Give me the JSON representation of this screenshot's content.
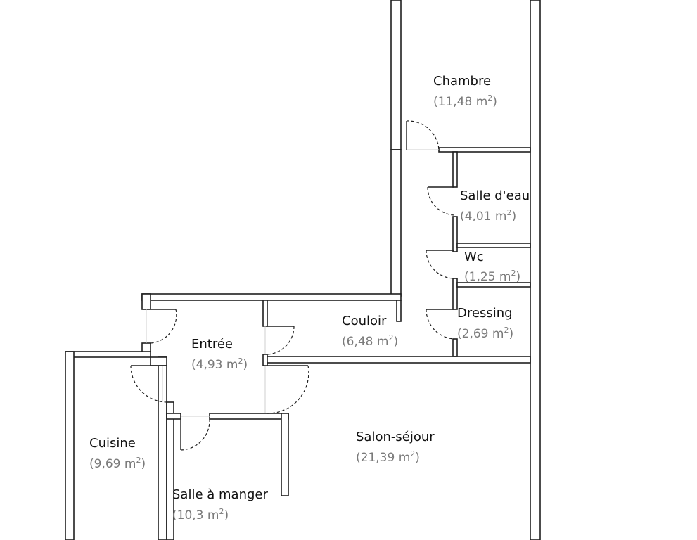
{
  "rooms": [
    {
      "id": "chambre",
      "name": "Chambre",
      "area_value": "11,48",
      "unit": "m",
      "exp": "2"
    },
    {
      "id": "salle-d-eau",
      "name": "Salle d'eau",
      "area_value": "4,01",
      "unit": "m",
      "exp": "2"
    },
    {
      "id": "wc",
      "name": "Wc",
      "area_value": "1,25",
      "unit": "m",
      "exp": "2"
    },
    {
      "id": "dressing",
      "name": "Dressing",
      "area_value": "2,69",
      "unit": "m",
      "exp": "2"
    },
    {
      "id": "couloir",
      "name": "Couloir",
      "area_value": "6,48",
      "unit": "m",
      "exp": "2"
    },
    {
      "id": "entree",
      "name": "Entrée",
      "area_value": "4,93",
      "unit": "m",
      "exp": "2"
    },
    {
      "id": "salon-sejour",
      "name": "Salon-séjour",
      "area_value": "21,39",
      "unit": "m",
      "exp": "2"
    },
    {
      "id": "cuisine",
      "name": "Cuisine",
      "area_value": "9,69",
      "unit": "m",
      "exp": "2"
    },
    {
      "id": "salle-a-manger",
      "name": "Salle à manger",
      "area_value": "10,3",
      "unit": "m",
      "exp": "2"
    }
  ],
  "colors": {
    "wall": "#1f1f1f",
    "label": "#111111",
    "area": "#7a7a7a",
    "background": "#ffffff"
  }
}
